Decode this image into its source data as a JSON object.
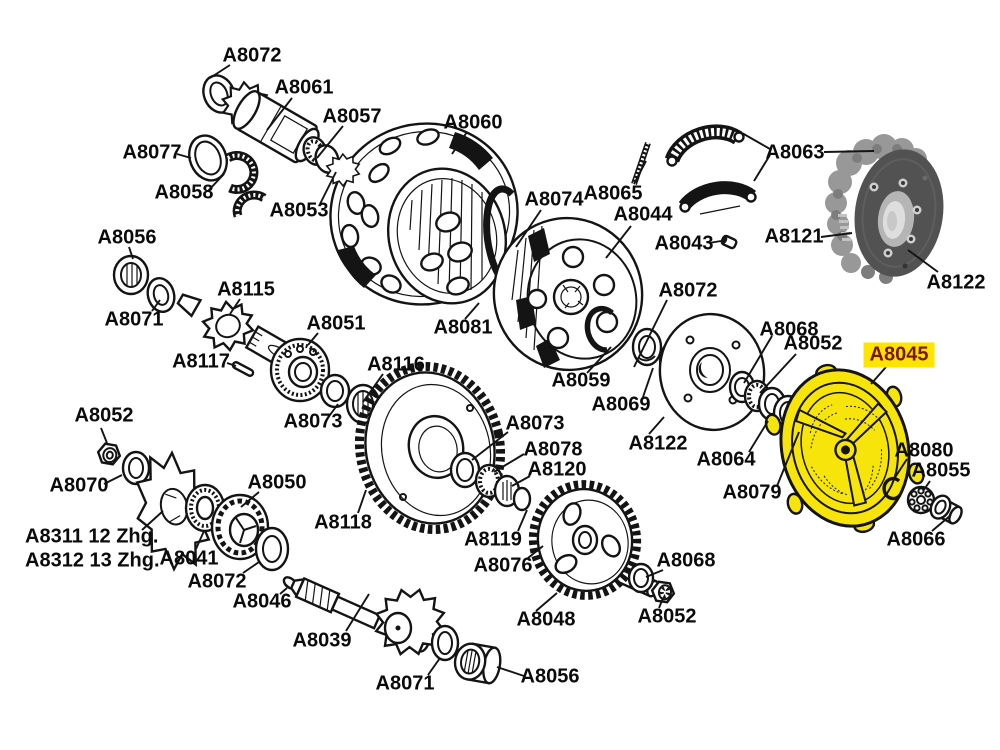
{
  "diagram": {
    "highlighted_part": "A8045",
    "colors": {
      "background": "#FFFFFF",
      "ink": "#141414",
      "highlight_fill": "#F6E40A",
      "highlight_label_bg": "#FFE400",
      "highlight_label_text": "#7B1500"
    }
  },
  "labels": {
    "a8072_top": "A8072",
    "a8061": "A8061",
    "a8057": "A8057",
    "a8077": "A8077",
    "a8058": "A8058",
    "a8053": "A8053",
    "a8060": "A8060",
    "a8074": "A8074",
    "a8065": "A8065",
    "a8044": "A8044",
    "a8043": "A8043",
    "a8063": "A8063",
    "a8121": "A8121",
    "a8122_photo": "A8122",
    "a8056_left": "A8056",
    "a8071_left": "A8071",
    "a8115": "A8115",
    "a8051": "A8051",
    "a8117": "A8117",
    "a8116": "A8116",
    "a8073_left": "A8073",
    "a8081": "A8081",
    "a8059": "A8059",
    "a8072_mid": "A8072",
    "a8069": "A8069",
    "a8068_top": "A8068",
    "a8052_top": "A8052",
    "a8122_mid": "A8122",
    "a8045": "A8045",
    "a8064": "A8064",
    "a8079": "A8079",
    "a8080": "A8080",
    "a8055": "A8055",
    "a8066": "A8066",
    "a8052_left": "A8052",
    "a8070": "A8070",
    "a8050": "A8050",
    "a8311": "A8311 12 Zhg.",
    "a8312": "A8312 13 Zhg.",
    "a8041": "A8041",
    "a8072_bot": "A8072",
    "a8046": "A8046",
    "a8118": "A8118",
    "a8073_mid": "A8073",
    "a8078": "A8078",
    "a8120": "A8120",
    "a8119": "A8119",
    "a8076": "A8076",
    "a8048": "A8048",
    "a8068_bot": "A8068",
    "a8052_bot": "A8052",
    "a8039": "A8039",
    "a8071_bot": "A8071",
    "a8056_bot": "A8056"
  }
}
